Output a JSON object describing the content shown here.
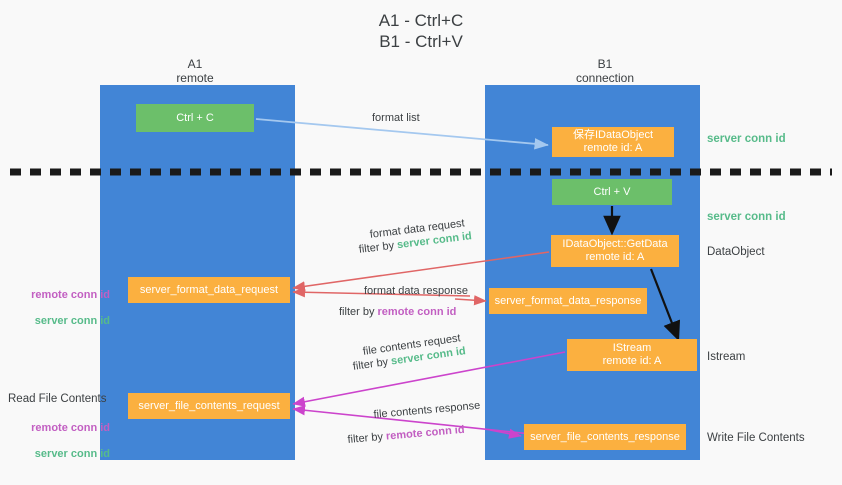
{
  "title": "A1 - Ctrl+C\nB1 - Ctrl+V",
  "columns": {
    "a1": "A1\nremote",
    "b1": "B1\nconnection"
  },
  "nodes": {
    "ctrl_c": "Ctrl + C",
    "save_idataobject": "保存IDataObject\nremote id: A",
    "ctrl_v": "Ctrl + V",
    "getdata": "IDataObject::GetData\nremote id: A",
    "istream": "IStream\nremote id: A",
    "server_format_data_request": "server_format_data_request",
    "server_format_data_response": "server_format_data_response",
    "server_file_contents_request": "server_file_contents_request",
    "server_file_contents_response": "server_file_contents_response"
  },
  "right_labels": {
    "server_conn_id_1": "server conn id",
    "server_conn_id_2": "server conn id",
    "dataobject": "DataObject",
    "istream": "Istream",
    "write_file_contents": "Write File Contents"
  },
  "left_labels": {
    "remote_conn_id_1": "remote conn id",
    "server_conn_id_1": "server conn id",
    "read_file_contents": "Read File Contents",
    "remote_conn_id_2": "remote conn id",
    "server_conn_id_2": "server conn id"
  },
  "edges": {
    "format_list": "format list",
    "format_data_request": "format data request",
    "filter_by": "filter by",
    "server_conn_id": "server conn id",
    "remote_conn_id": "remote conn id",
    "format_data_response": "format data response",
    "file_contents_request": "file contents request",
    "file_contents_response": "file contents response"
  },
  "colors": {
    "panel": "#4285d6",
    "green_node": "#6cbf6a",
    "orange_node": "#fbb040",
    "green_text": "#57bb8a",
    "magenta_text": "#c25fc2",
    "red_arrow": "#e06666",
    "magenta_arrow": "#cc44cc",
    "light_blue_arrow": "#a4c8ef",
    "black_arrow": "#111111",
    "background": "#f9f9f9"
  }
}
